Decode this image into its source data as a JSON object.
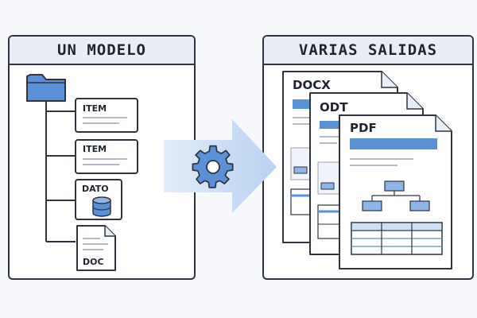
{
  "left_panel": {
    "title": "UN MODELO"
  },
  "right_panel": {
    "title": "VARIAS SALIDAS"
  },
  "tree": {
    "items": [
      {
        "label": "ITEM",
        "kind": "item"
      },
      {
        "label": "ITEM",
        "kind": "item"
      },
      {
        "label": "DATO",
        "kind": "data"
      },
      {
        "label": "DOC",
        "kind": "doc"
      }
    ]
  },
  "outputs": [
    {
      "label": "DOCX"
    },
    {
      "label": "ODT"
    },
    {
      "label": "PDF"
    }
  ],
  "colors": {
    "accent": "#5b8fd6",
    "outline": "#2f3440",
    "arrow": "#cfe0f5"
  },
  "icons": [
    "folder-icon",
    "database-icon",
    "document-icon",
    "gear-icon"
  ]
}
